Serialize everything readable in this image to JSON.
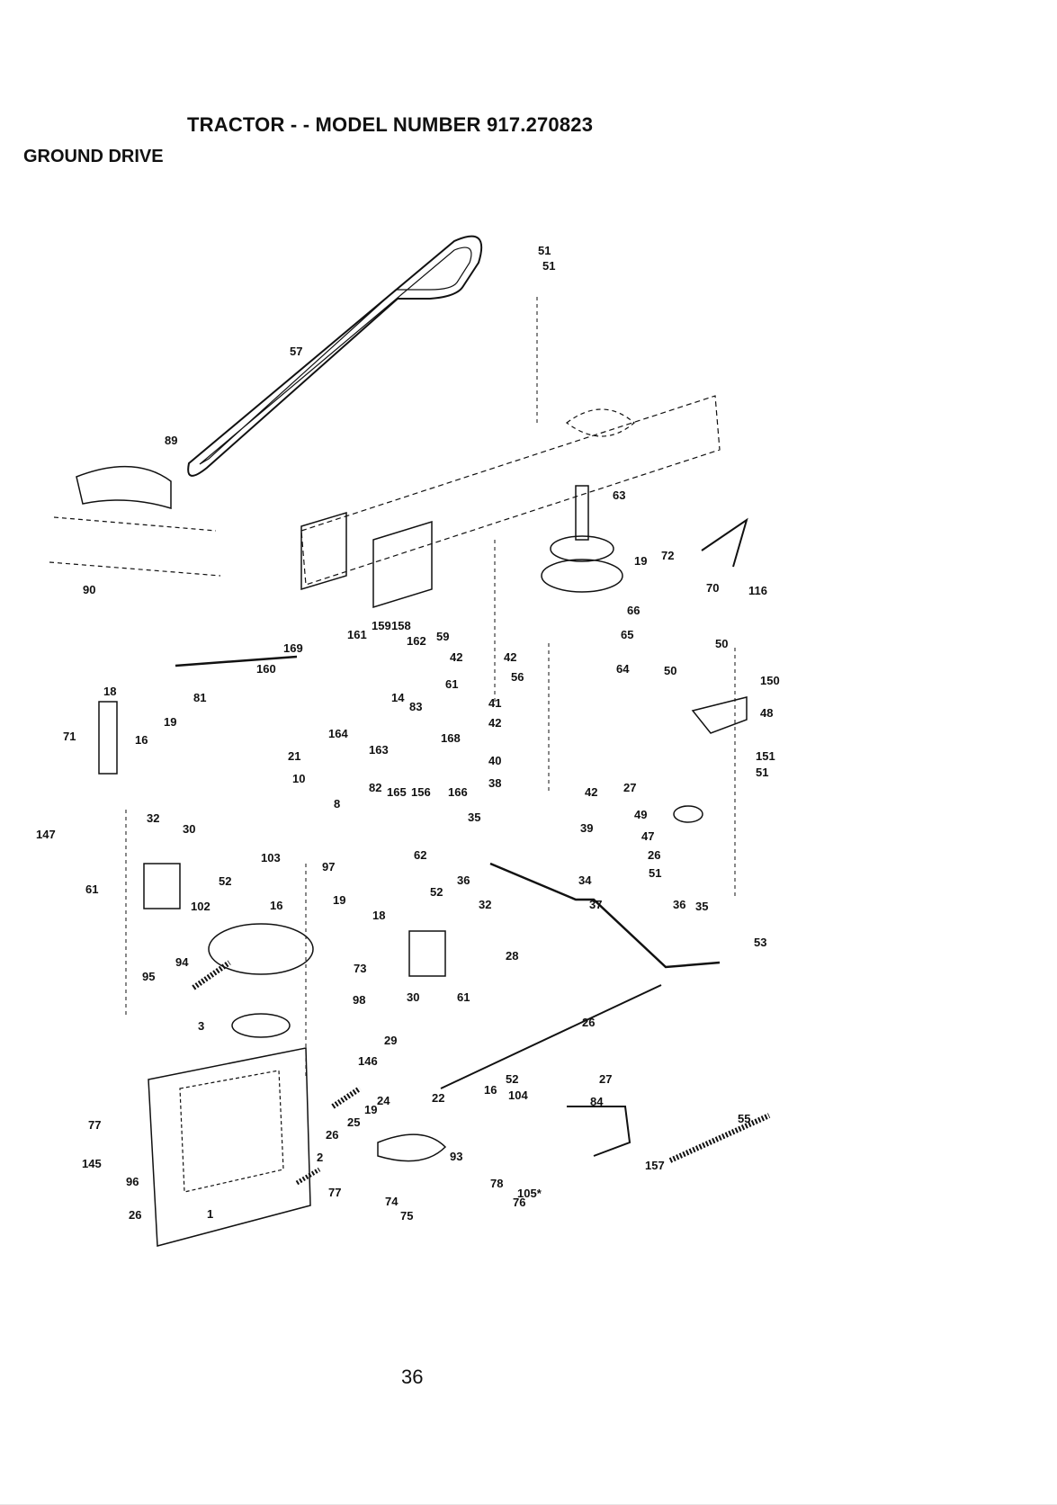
{
  "header": {
    "title": "TRACTOR - - MODEL NUMBER 917.270823",
    "section": "GROUND DRIVE"
  },
  "footer": {
    "page_number": "36"
  },
  "callouts": [
    "57",
    "51",
    "51",
    "89",
    "63",
    "19",
    "72",
    "70",
    "116",
    "90",
    "159",
    "158",
    "161",
    "162",
    "169",
    "160",
    "59",
    "42",
    "61",
    "42",
    "66",
    "65",
    "56",
    "64",
    "50",
    "50",
    "150",
    "18",
    "81",
    "14",
    "83",
    "41",
    "42",
    "19",
    "71",
    "16",
    "164",
    "163",
    "168",
    "48",
    "21",
    "40",
    "151",
    "51",
    "82",
    "165",
    "156",
    "166",
    "38",
    "42",
    "27",
    "10",
    "8",
    "39",
    "49",
    "35",
    "47",
    "147",
    "32",
    "30",
    "62",
    "26",
    "51",
    "103",
    "97",
    "52",
    "61",
    "102",
    "36",
    "34",
    "16",
    "19",
    "52",
    "32",
    "37",
    "36",
    "35",
    "18",
    "94",
    "53",
    "73",
    "28",
    "95",
    "98",
    "30",
    "61",
    "3",
    "26",
    "29",
    "146",
    "27",
    "52",
    "16",
    "104",
    "24",
    "22",
    "84",
    "19",
    "25",
    "77",
    "55",
    "26",
    "93",
    "2",
    "145",
    "157",
    "96",
    "78",
    "105*",
    "77",
    "74",
    "76",
    "75",
    "26",
    "1"
  ]
}
